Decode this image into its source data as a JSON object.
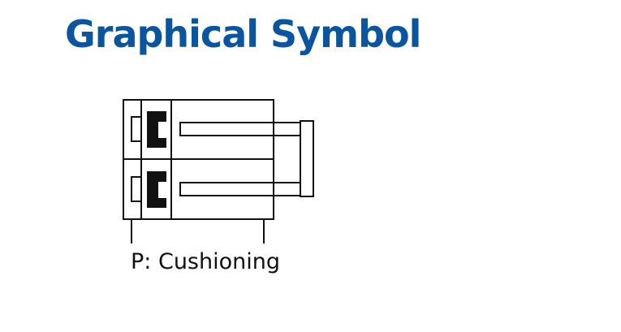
{
  "title": {
    "text": "Graphical Symbol",
    "color": "#0a55a0"
  },
  "caption": "P: Cushioning",
  "symbol": {
    "line_color": "#111111",
    "cylinders": [
      "upper",
      "lower"
    ]
  }
}
